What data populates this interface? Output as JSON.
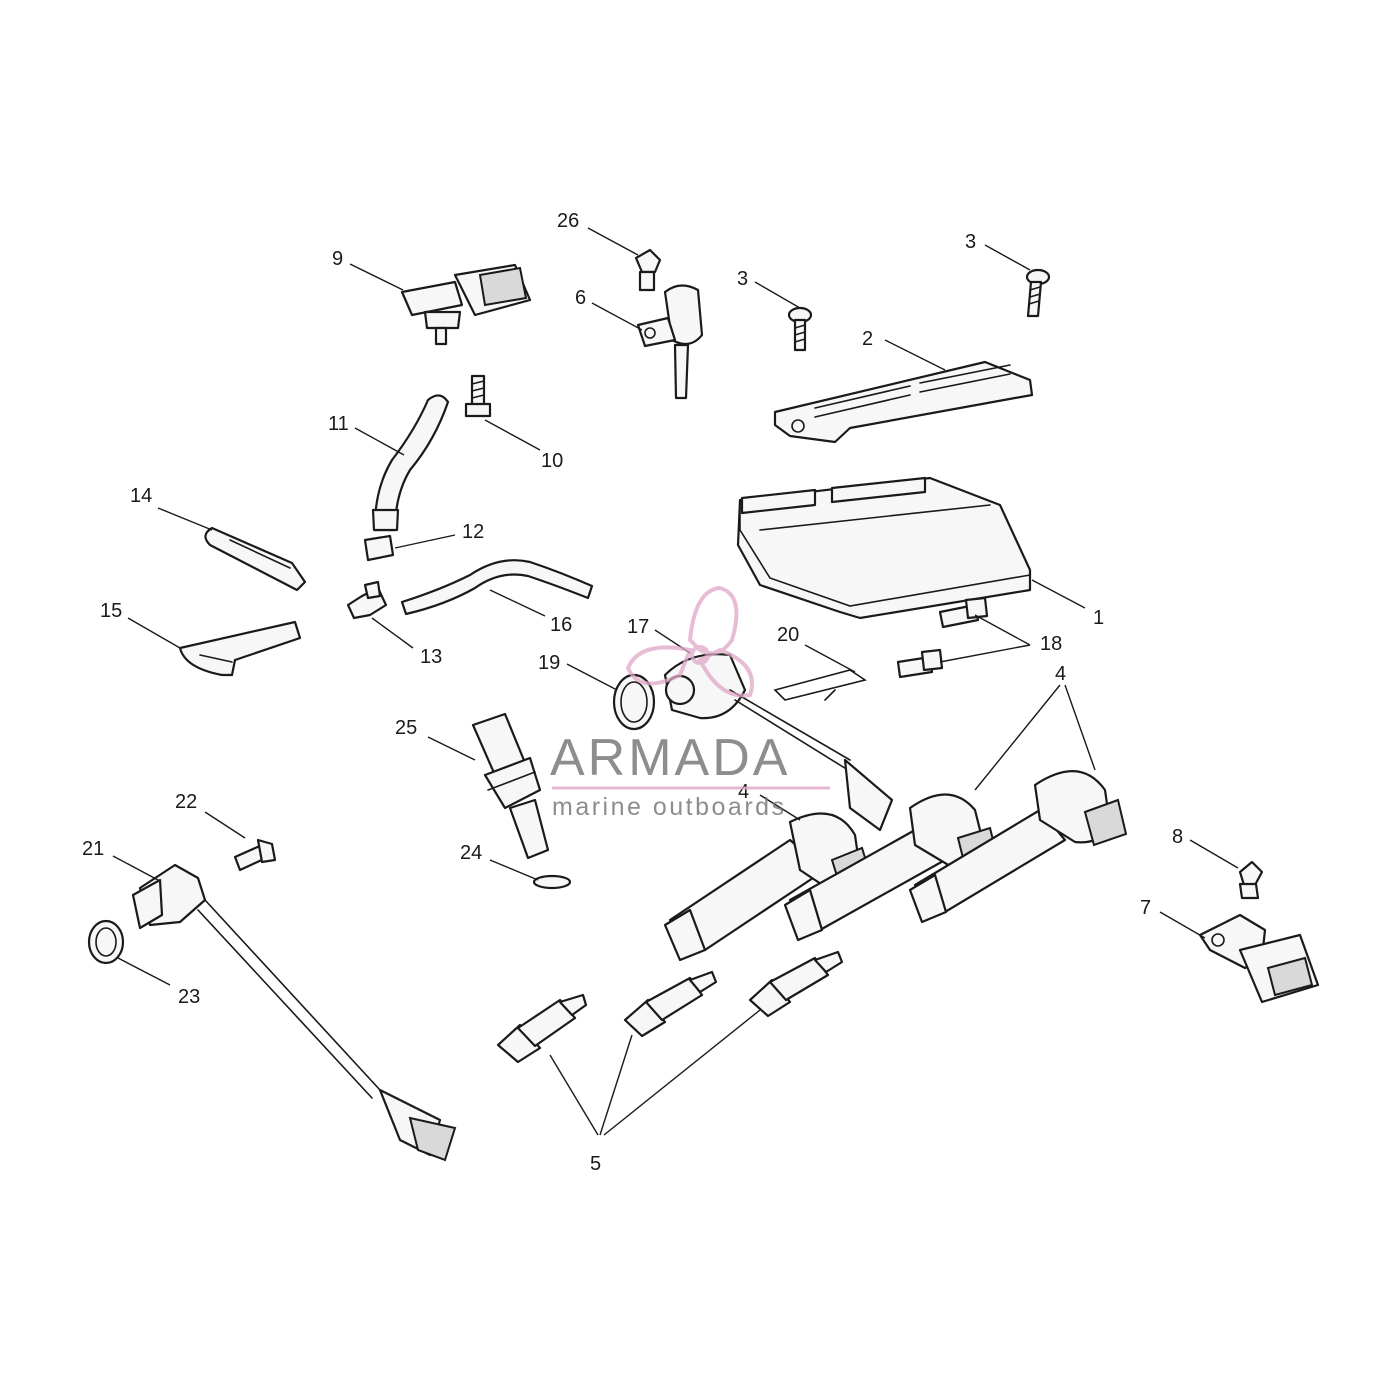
{
  "colors": {
    "line": "#1a1a1a",
    "watermark_text": "#7a7a7a",
    "watermark_accent": "#e0a6c8"
  },
  "watermark": {
    "title": "ARMADA",
    "subtitle": "marine outboards",
    "logo_icon": "propeller-logo-icon"
  },
  "callouts": [
    {
      "id": "c1",
      "text": "1"
    },
    {
      "id": "c2",
      "text": "2"
    },
    {
      "id": "c3a",
      "text": "3"
    },
    {
      "id": "c3b",
      "text": "3"
    },
    {
      "id": "c4a",
      "text": "4"
    },
    {
      "id": "c4b",
      "text": "4"
    },
    {
      "id": "c5",
      "text": "5"
    },
    {
      "id": "c6",
      "text": "6"
    },
    {
      "id": "c7",
      "text": "7"
    },
    {
      "id": "c8",
      "text": "8"
    },
    {
      "id": "c9",
      "text": "9"
    },
    {
      "id": "c10",
      "text": "10"
    },
    {
      "id": "c11",
      "text": "11"
    },
    {
      "id": "c12",
      "text": "12"
    },
    {
      "id": "c13",
      "text": "13"
    },
    {
      "id": "c14",
      "text": "14"
    },
    {
      "id": "c15",
      "text": "15"
    },
    {
      "id": "c16",
      "text": "16"
    },
    {
      "id": "c17",
      "text": "17"
    },
    {
      "id": "c18",
      "text": "18"
    },
    {
      "id": "c19",
      "text": "19"
    },
    {
      "id": "c20",
      "text": "20"
    },
    {
      "id": "c21",
      "text": "21"
    },
    {
      "id": "c22",
      "text": "22"
    },
    {
      "id": "c23",
      "text": "23"
    },
    {
      "id": "c24",
      "text": "24"
    },
    {
      "id": "c25",
      "text": "25"
    },
    {
      "id": "c26",
      "text": "26"
    }
  ]
}
